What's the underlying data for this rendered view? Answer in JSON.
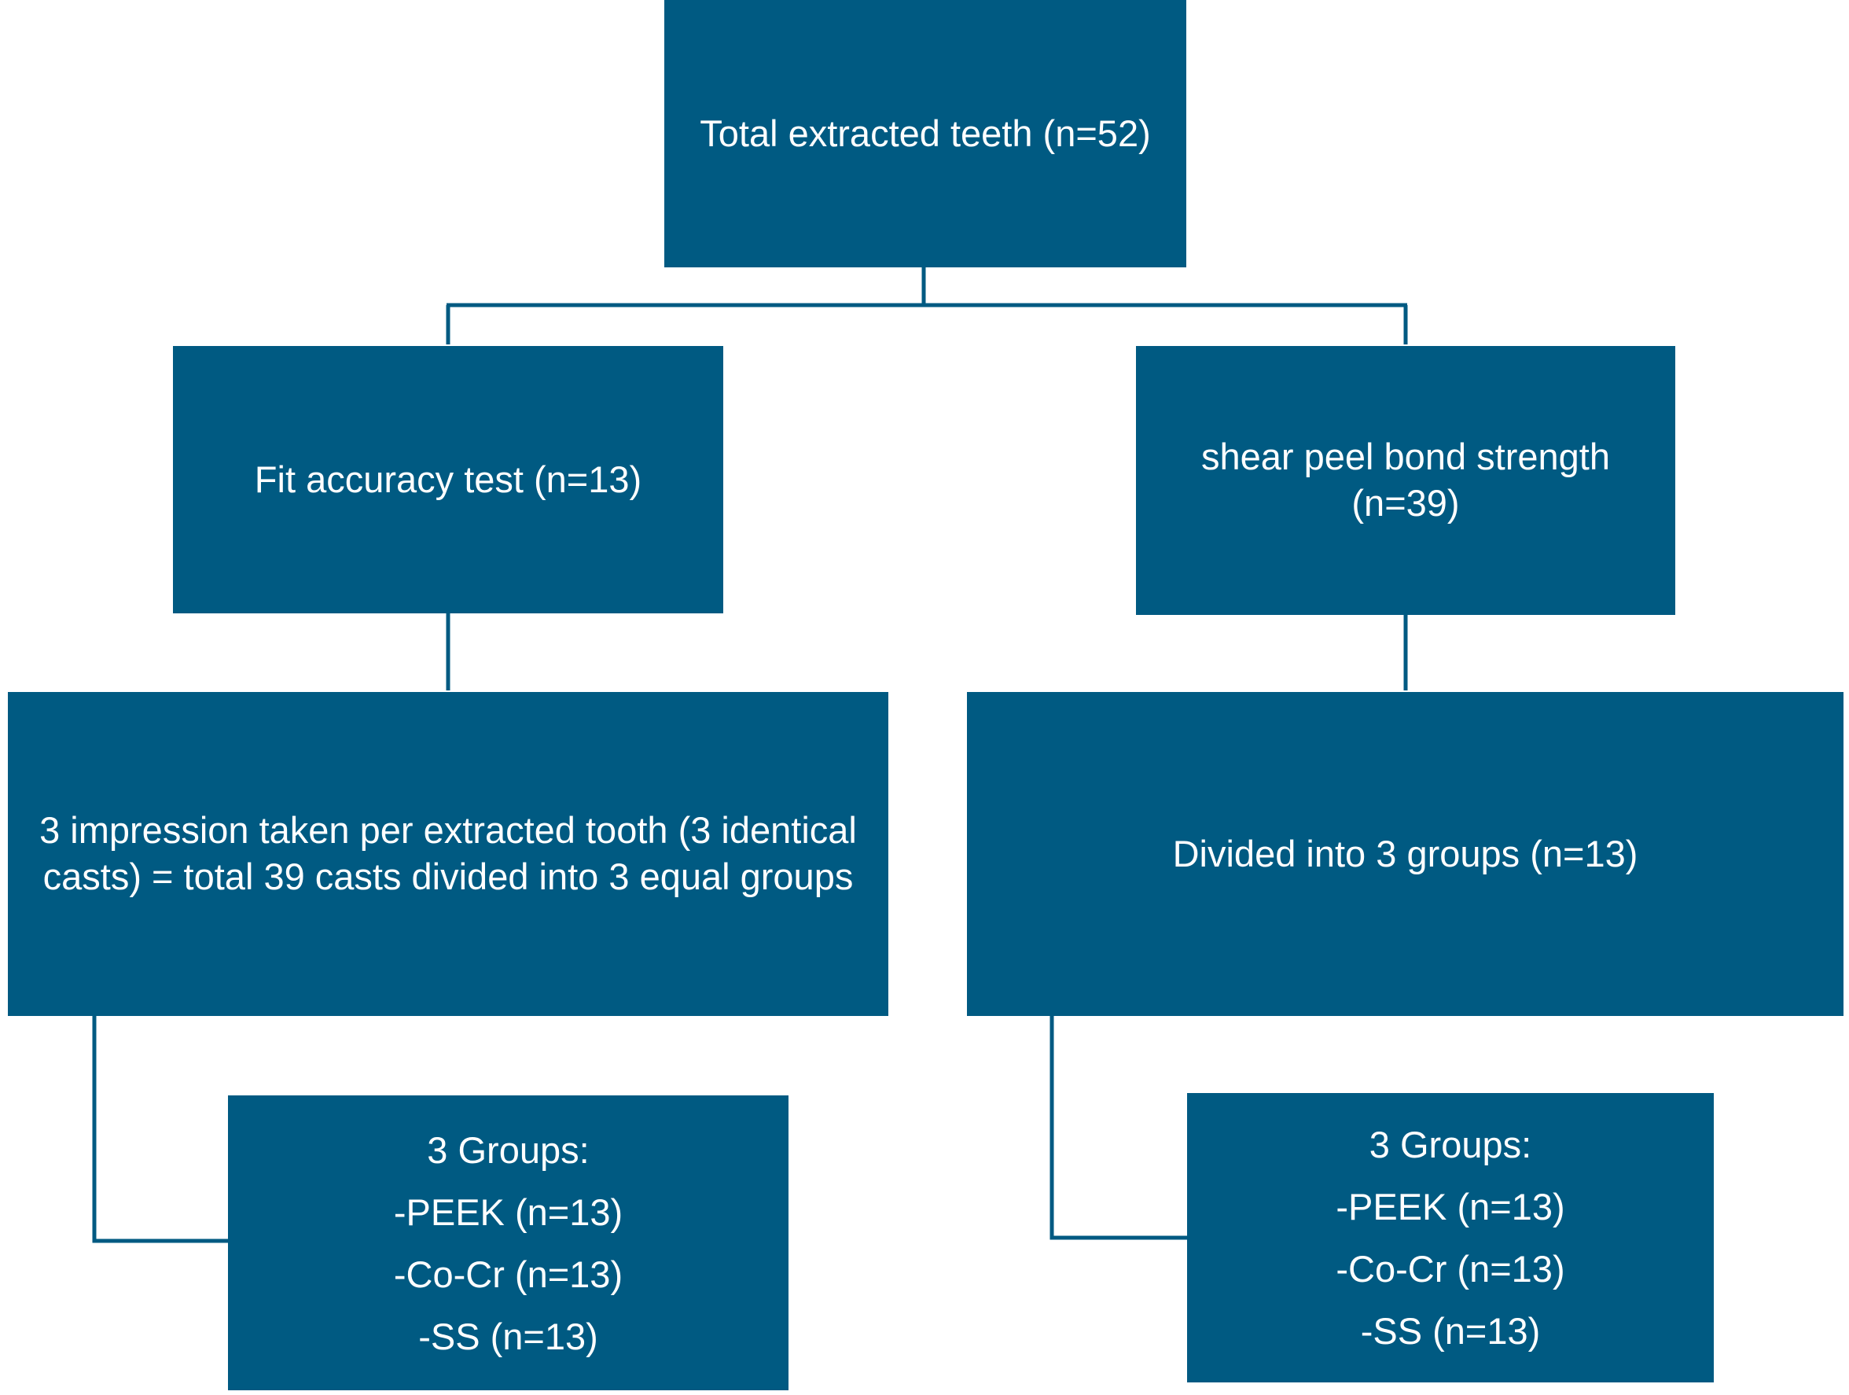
{
  "root": {
    "text": "Total extracted teeth (n=52)"
  },
  "left_branch": {
    "test": {
      "text": "Fit accuracy test (n=13)"
    },
    "method": {
      "lines": [
        "3 impression taken per extracted tooth (3 identical",
        "casts) = total 39 casts divided into 3 equal groups"
      ]
    },
    "groups": {
      "lines": [
        "3 Groups:",
        "-PEEK  (n=13)",
        "-Co-Cr (n=13)",
        "-SS (n=13)"
      ]
    }
  },
  "right_branch": {
    "test": {
      "lines": [
        "shear peel bond strength",
        "(n=39)"
      ]
    },
    "method": {
      "text": "Divided into 3 groups (n=13)"
    },
    "groups": {
      "lines": [
        "3 Groups:",
        "-PEEK (n=13)",
        "-Co-Cr (n=13)",
        "-SS  (n=13)"
      ]
    }
  },
  "colors": {
    "box_fill": "#005a82",
    "text": "#ffffff",
    "connector": "#005a82"
  }
}
